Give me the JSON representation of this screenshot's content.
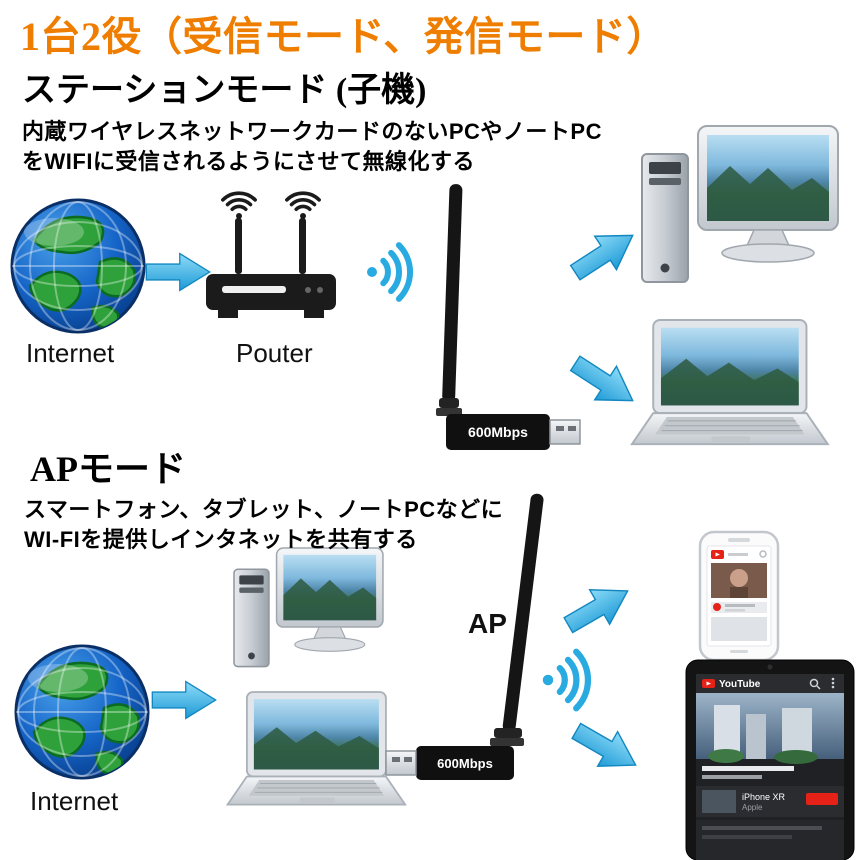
{
  "title": "1台2役（受信モード、発信モード）",
  "station": {
    "heading": "ステーションモード (子機)",
    "desc_line1": "内蔵ワイヤレスネットワークカードのないPCやノートPC",
    "desc_line2": "をWIFIに受信されるようにさせて無線化する",
    "internet_label": "Internet",
    "router_label": "Pouter"
  },
  "ap": {
    "heading": "APモード",
    "desc_line1": "スマートフォン、タブレット、ノートPCなどに",
    "desc_line2": "WI-FIを提供しインタネットを共有する",
    "internet_label": "Internet",
    "ap_label": "AP"
  },
  "adapter": {
    "label": "600Mbps"
  },
  "tablet_screen": {
    "app_title": "YouTube",
    "item_title": "iPhone XR",
    "item_subtitle": "Apple"
  },
  "colors": {
    "title_orange": "#ee7d00",
    "arrow_blue": "#2fade8",
    "wifi_blue": "#29abe2",
    "ocean_blue": "#1565c8",
    "land_green": "#2fa13a",
    "device_black": "#151515",
    "youtube_red": "#e62117"
  }
}
